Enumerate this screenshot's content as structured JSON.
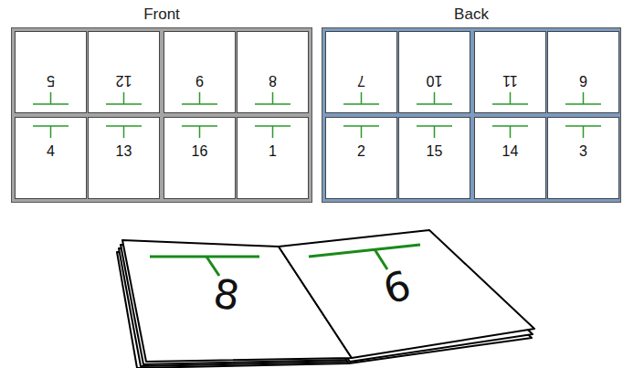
{
  "diagram": {
    "nodes": [
      {
        "text": [
          "Front"
        ]
      },
      {
        "text": [
          "5"
        ],
        "in": 0
      },
      {
        "text": [
          "12"
        ],
        "in": 0
      },
      {
        "text": [
          "9"
        ],
        "in": 0
      },
      {
        "text": [
          "8"
        ],
        "in": 0
      },
      {
        "text": [
          "4"
        ],
        "in": 0
      },
      {
        "text": [
          "13"
        ],
        "in": 0
      },
      {
        "text": [
          "16"
        ],
        "in": 0
      },
      {
        "text": [
          "1"
        ],
        "in": 0
      },
      {
        "text": [
          "Back"
        ]
      },
      {
        "text": [
          "7"
        ],
        "in": 9
      },
      {
        "text": [
          "10"
        ],
        "in": 9
      },
      {
        "text": [
          "11"
        ],
        "in": 9
      },
      {
        "text": [
          "6"
        ],
        "in": 9
      },
      {
        "text": [
          "2"
        ],
        "in": 9
      },
      {
        "text": [
          "15"
        ],
        "in": 9
      },
      {
        "text": [
          "14"
        ],
        "in": 9
      },
      {
        "text": [
          "3"
        ],
        "in": 9
      }
    ],
    "labels": [
      "8",
      "9"
    ]
  }
}
